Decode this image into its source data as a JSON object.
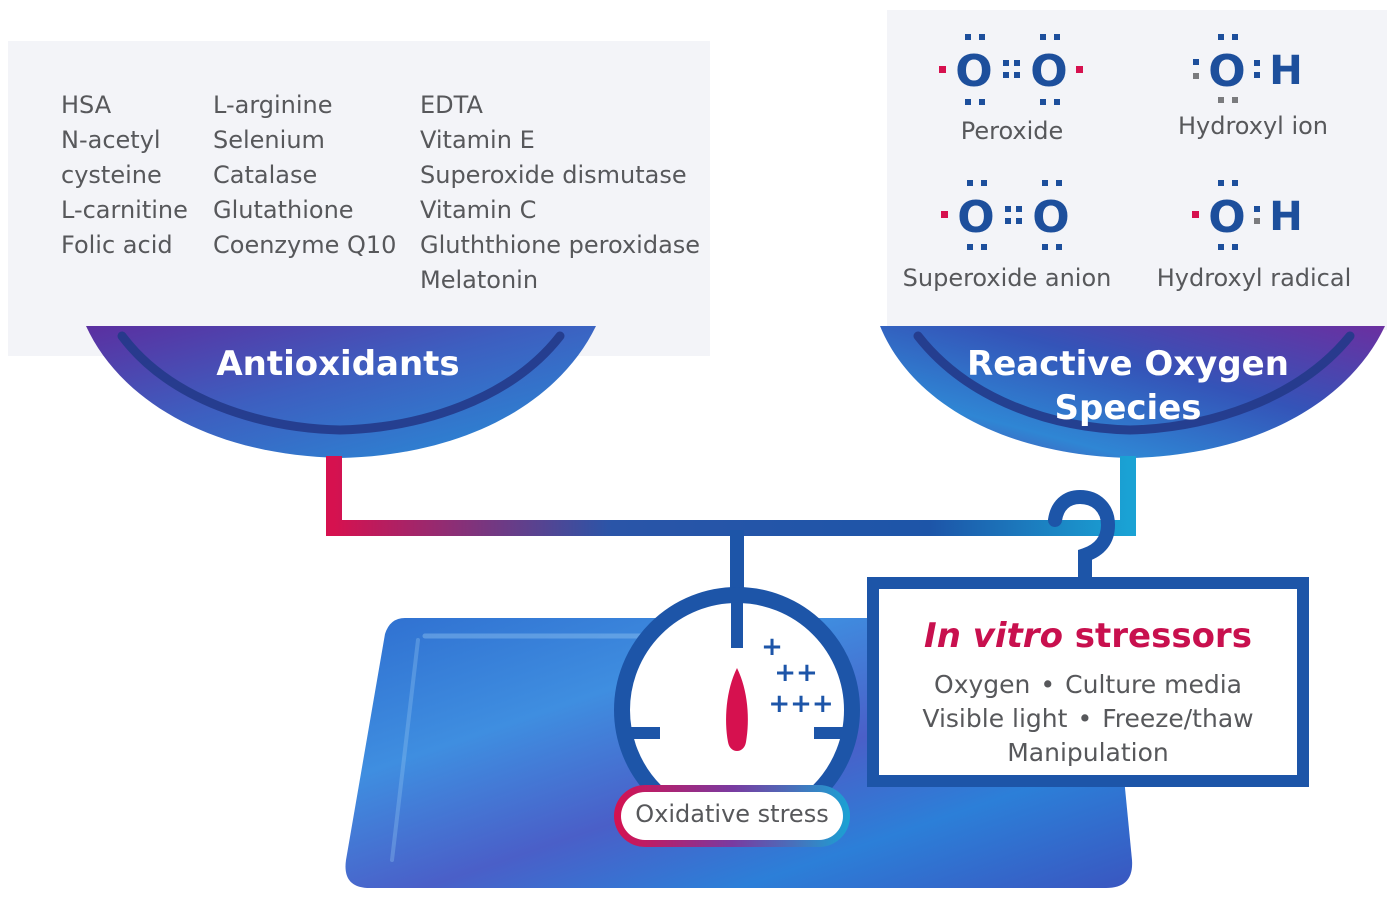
{
  "antioxidants": {
    "title": "Antioxidants",
    "columns": [
      [
        "HSA",
        "N-acetyl",
        "cysteine",
        "L-carnitine",
        "Folic acid"
      ],
      [
        "L-arginine",
        "Selenium",
        "Catalase",
        "Glutathione",
        "Coenzyme Q10"
      ],
      [
        "EDTA",
        "Vitamin E",
        "Superoxide dismutase",
        "Vitamin C",
        "Gluththione peroxidase",
        "Melatonin"
      ]
    ]
  },
  "ros": {
    "title": "Reactive Oxygen Species",
    "title_line1": "Reactive Oxygen",
    "title_line2": "Species",
    "species": [
      {
        "label": "Peroxide",
        "atom1": "O",
        "atom2": "O"
      },
      {
        "label": "Hydroxyl ion",
        "atom1": "O",
        "atom2": "H"
      },
      {
        "label": "Superoxide anion",
        "atom1": "O",
        "atom2": "O"
      },
      {
        "label": "Hydroxyl radical",
        "atom1": "O",
        "atom2": "H"
      }
    ]
  },
  "stressors": {
    "title_italic": "In vitro",
    "title_rest": " stressors",
    "line1": [
      "Oxygen",
      "Culture media"
    ],
    "line2": [
      "Visible light",
      "Freeze/thaw"
    ],
    "line3": "Manipulation",
    "separator": "•"
  },
  "gauge": {
    "label": "Oxidative stress",
    "marks": [
      "+",
      "++",
      "+++"
    ]
  },
  "colors": {
    "navy": "#1d4f9c",
    "magenta": "#d6114f",
    "cyan": "#1aa2d4",
    "grey_text": "#57585b",
    "panel_bg": "#f3f4f8",
    "purple": "#6c3aa0"
  },
  "icons": [
    "scale-base",
    "scale-beam",
    "gauge-needle",
    "hook-icon"
  ]
}
